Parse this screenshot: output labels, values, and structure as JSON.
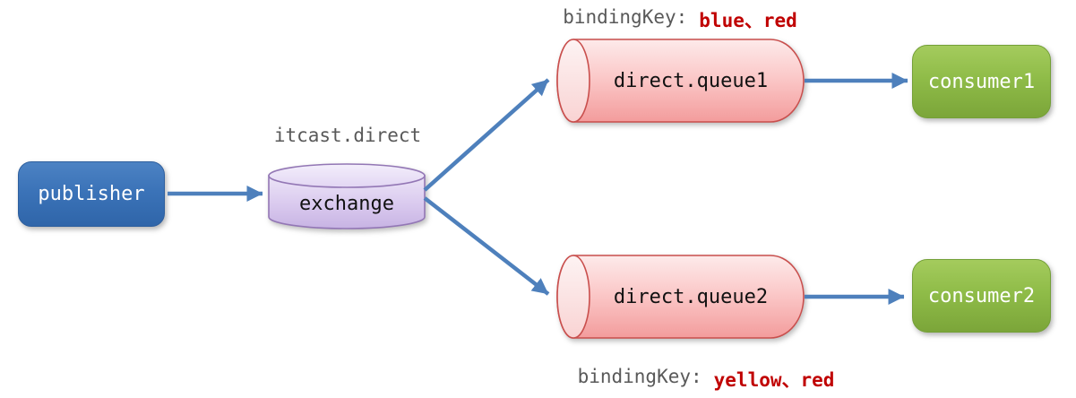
{
  "colors": {
    "arrow": "#4E80BC",
    "publisher-fill": "#3B73B8",
    "exchange-fill": "#D5C5EC",
    "exchange-border": "#9377B5",
    "queue-fill": "#FAC3C3",
    "queue-border": "#C94F4D",
    "consumer-fill": "#8FBC48",
    "label-gray": "#595959",
    "binding-red": "#C00000"
  },
  "nodes": {
    "publisher": "publisher",
    "exchange": "exchange",
    "exchange_name": "itcast.direct",
    "queue1": "direct.queue1",
    "queue2": "direct.queue2",
    "consumer1": "consumer1",
    "consumer2": "consumer2"
  },
  "bindings": {
    "prefix": "bindingKey:",
    "queue1_keys": "blue、red",
    "queue2_keys": "yellow、red"
  }
}
